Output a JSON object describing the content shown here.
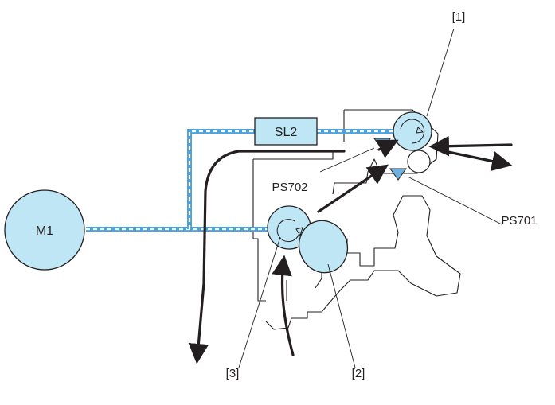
{
  "diagram": {
    "motor": {
      "label": "M1"
    },
    "solenoid": {
      "label": "SL2"
    },
    "sensors": [
      {
        "id": "ps702",
        "label": "PS702"
      },
      {
        "id": "ps701",
        "label": "PS701"
      }
    ],
    "callouts": [
      {
        "id": "callout-1",
        "label": "[1]"
      },
      {
        "id": "callout-2",
        "label": "[2]"
      },
      {
        "id": "callout-3",
        "label": "[3]"
      }
    ],
    "colors": {
      "part_fill": "#bfe6f5",
      "drive_line": "#4aa3df",
      "outline": "#231f20"
    }
  }
}
